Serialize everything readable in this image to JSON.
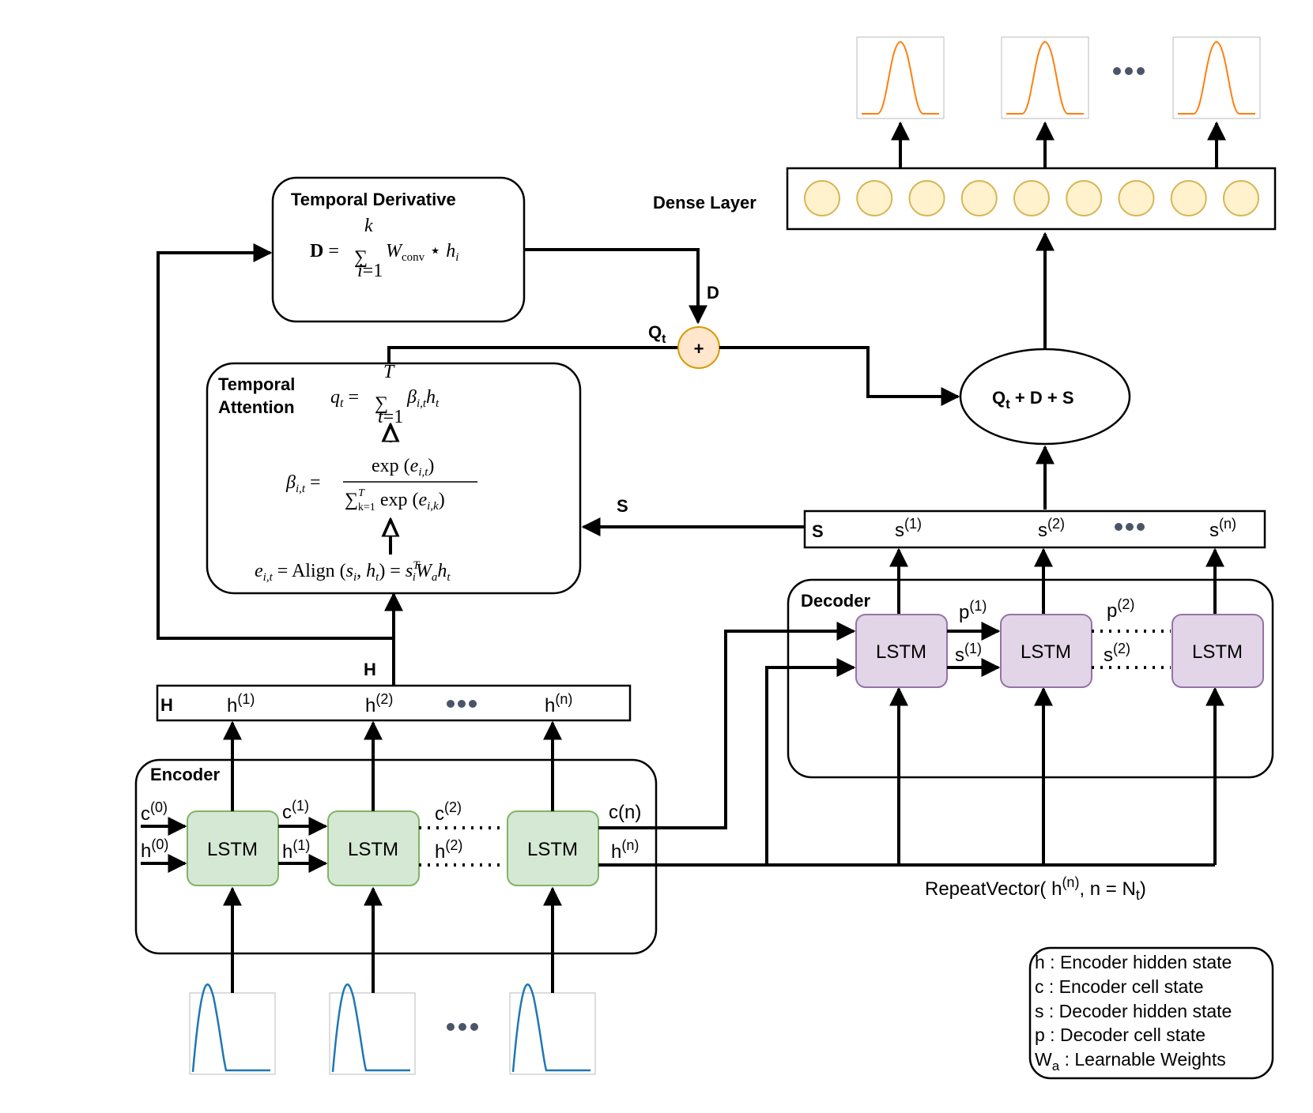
{
  "encoder": {
    "title": "Encoder",
    "lstm_label": "LSTM",
    "c0": "c",
    "c0_sup": "(0)",
    "h0": "h",
    "h0_sup": "(0)",
    "c1": "c",
    "c1_sup": "(1)",
    "h1": "h",
    "h1_sup": "(1)",
    "c2": "c",
    "c2_sup": "(2)",
    "h2": "h",
    "h2_sup": "(2)",
    "cn": "c(n)",
    "hn": "h",
    "hn_sup": "(n)"
  },
  "hidden_states": {
    "label": "H",
    "h1": "h",
    "h1_sup": "(1)",
    "h2": "h",
    "h2_sup": "(2)",
    "hn": "h",
    "hn_sup": "(n)",
    "arrow_label": "H"
  },
  "temporal_attention": {
    "title_line1": "Temporal",
    "title_line2": "Attention",
    "q_eq": "q_t = Σ_{t=1}^{T} β_{i,t} h_t",
    "beta_eq": "β_{i,t} = exp(e_{i,t}) / Σ_{k=1}^{T} exp(e_{i,k})",
    "e_eq": "e_{i,t} = Align(s_i, h_t) = s_i^T W_a h_t"
  },
  "temporal_derivative": {
    "title": "Temporal Derivative",
    "eq": "D = Σ_{i=1}^{k} W_conv ⋆ h_i",
    "out_label": "D"
  },
  "sum_node": {
    "symbol": "+",
    "q_label": "Q",
    "q_sub": "t"
  },
  "combine": {
    "label_q": "Q",
    "label_q_sub": "t",
    "label_rest": " + D + S"
  },
  "decoder": {
    "title": "Decoder",
    "lstm_label": "LSTM",
    "p1": "p",
    "p1_sup": "(1)",
    "s1": "s",
    "s1_sup": "(1)",
    "p2": "p",
    "p2_sup": "(2)",
    "s2": "s",
    "s2_sup": "(2)"
  },
  "decoder_states": {
    "label": "S",
    "s1": "s",
    "s1_sup": "(1)",
    "s2": "s",
    "s2_sup": "(2)",
    "sn": "s",
    "sn_sup": "(n)",
    "arrow_label": "S"
  },
  "repeat_vector": {
    "prefix": "RepeatVector( h",
    "sup": "(n)",
    "mid": ", n = N",
    "sub": "t",
    "suffix": ")"
  },
  "dense_layer": {
    "label": "Dense Layer",
    "neuron_count": 9
  },
  "legend": {
    "items": [
      "h : Encoder hidden state",
      "c : Encoder cell state",
      "s : Decoder hidden state",
      "p : Decoder cell state"
    ],
    "last_prefix": "W",
    "last_sub": "a",
    "last_suffix": " : Learnable Weights"
  },
  "colors": {
    "input_curve": "#1f77b4",
    "output_curve": "#ff7f0e",
    "encoder_lstm_fill": "#d5e8d4",
    "decoder_lstm_fill": "#e1d5e7",
    "neuron_fill": "#fff2cc",
    "plus_fill": "#ffe6cc"
  }
}
